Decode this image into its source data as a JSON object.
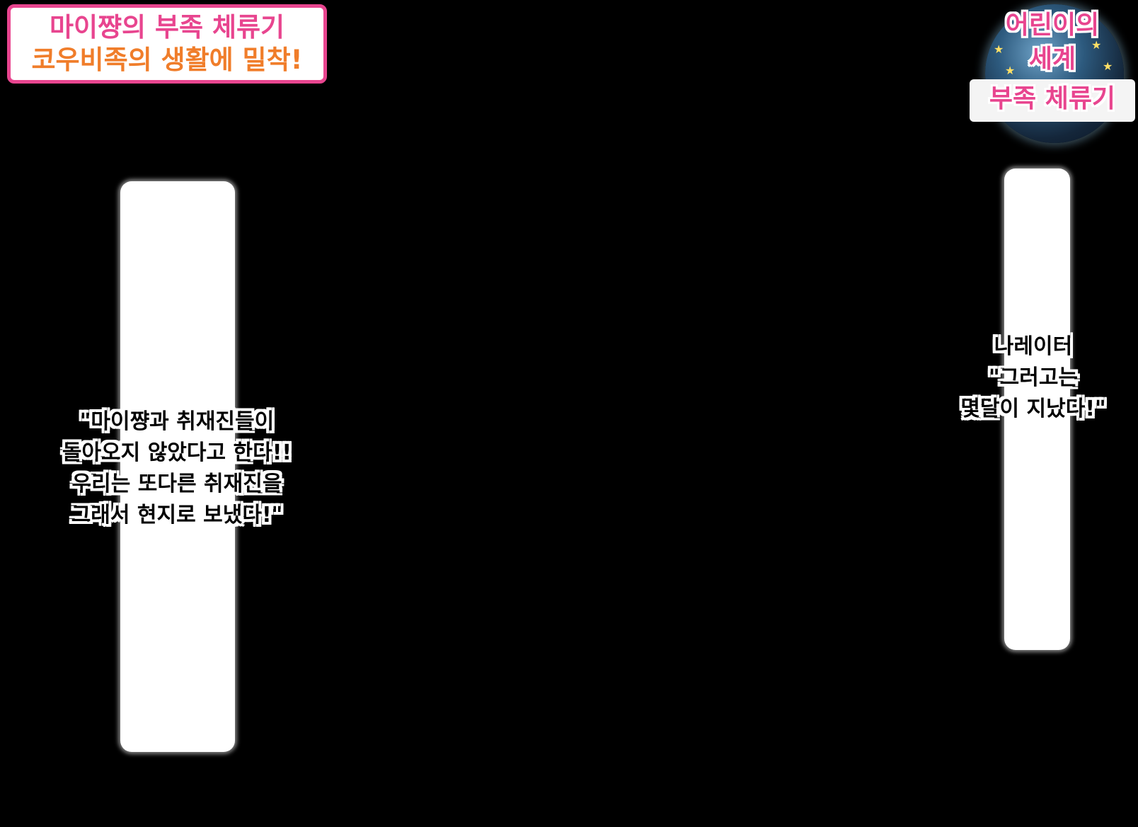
{
  "title_box": {
    "line1": "마이쨩의 부족 체류기",
    "line2": "코우비족의 생활에 밀착!",
    "border_color": "#e8458f",
    "line1_color": "#e8458f",
    "line2_color": "#f07d2a"
  },
  "logo": {
    "line1": "어린이의",
    "line2": "세계",
    "line3": "부족 체류기",
    "text_color": "#e8458f",
    "icon": "globe-icon"
  },
  "captions": {
    "left": {
      "lines": [
        "\"마이쨩과 취재진들이",
        "돌아오지 않았다고 한다!!",
        "우리는 또다른 취재진을",
        "그래서 현지로 보냈다!\""
      ]
    },
    "right": {
      "lines": [
        "나레이터",
        "\"그러고는",
        "몇달이 지났다!\""
      ]
    }
  },
  "background_color": "#000000"
}
